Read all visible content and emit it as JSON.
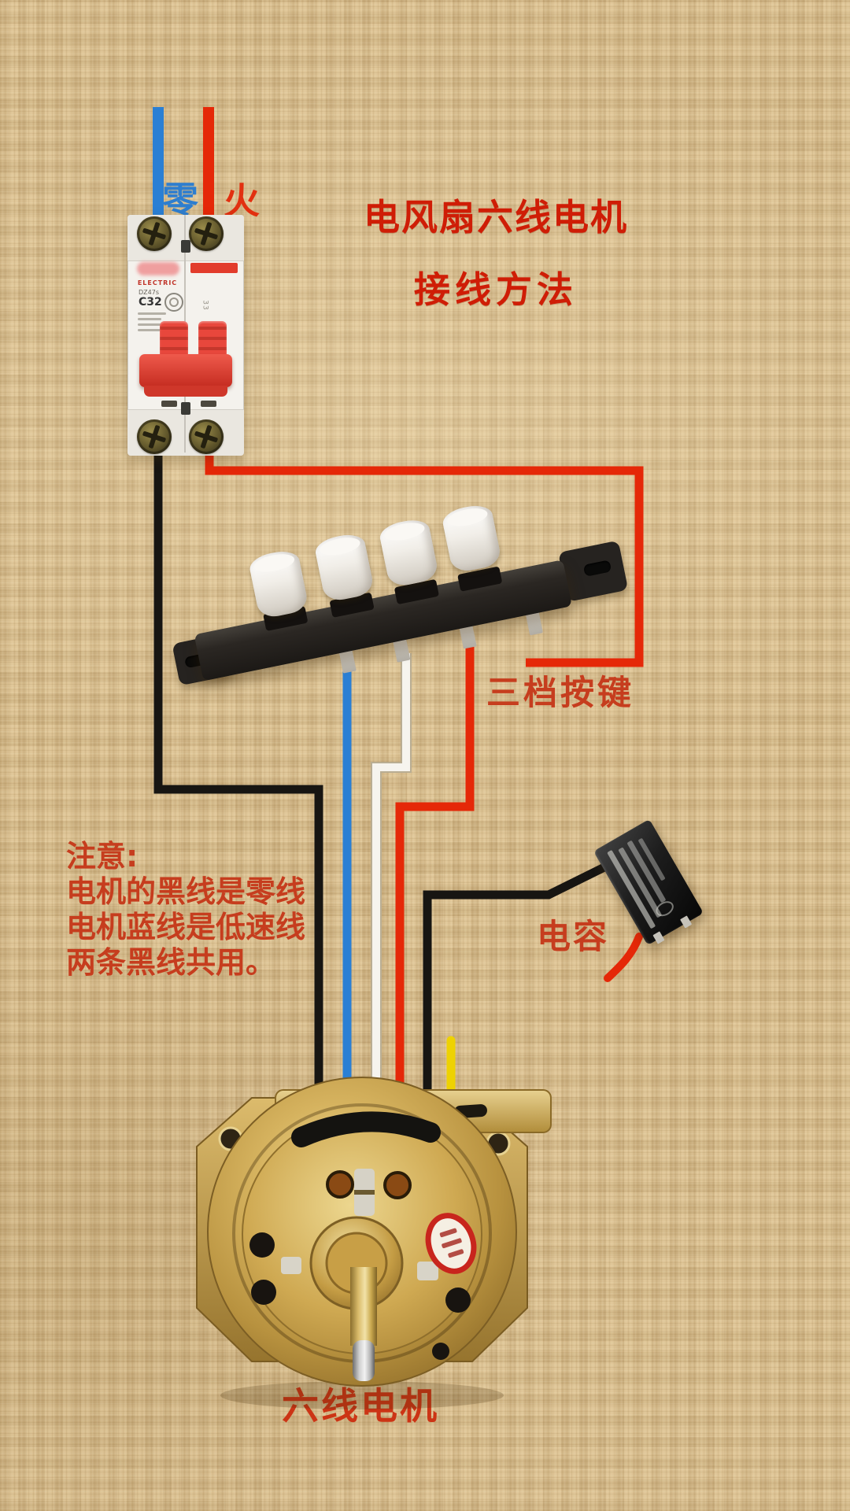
{
  "title": {
    "line1": "电风扇六线电机",
    "line2": "接线方法"
  },
  "input_labels": {
    "neutral": "零",
    "live": "火"
  },
  "component_labels": {
    "switch": "三档按键",
    "capacitor": "电容",
    "motor": "六线电机"
  },
  "note": {
    "heading": "注意:",
    "lines": [
      "电机的黑线是零线",
      "电机蓝线是低速线",
      "两条黑线共用。"
    ]
  },
  "breaker": {
    "brand": "ELECTRIC",
    "model": "DZ47s",
    "rating": "C32",
    "pole_mark": "33"
  },
  "wires": {
    "neutral_input_blue": "#2a7fd4",
    "live_input_red": "#e52808",
    "breaker_neutral_out_black": "#171512",
    "breaker_live_out_red": "#e52808",
    "switch_low_speed_blue": "#2a7fd4",
    "switch_mid_speed_white": "#f6f4ee",
    "switch_high_speed_red": "#e52808",
    "capacitor_black": "#171512",
    "capacitor_red_stub": "#e52808",
    "motor_spare_yellow": "#eed202"
  },
  "colors": {
    "background": "#d9bd8d",
    "title_red": "#cf1d06",
    "label_red": "#c63d1e",
    "neutral_blue": "#2e7ecf",
    "live_red": "#e23010"
  }
}
